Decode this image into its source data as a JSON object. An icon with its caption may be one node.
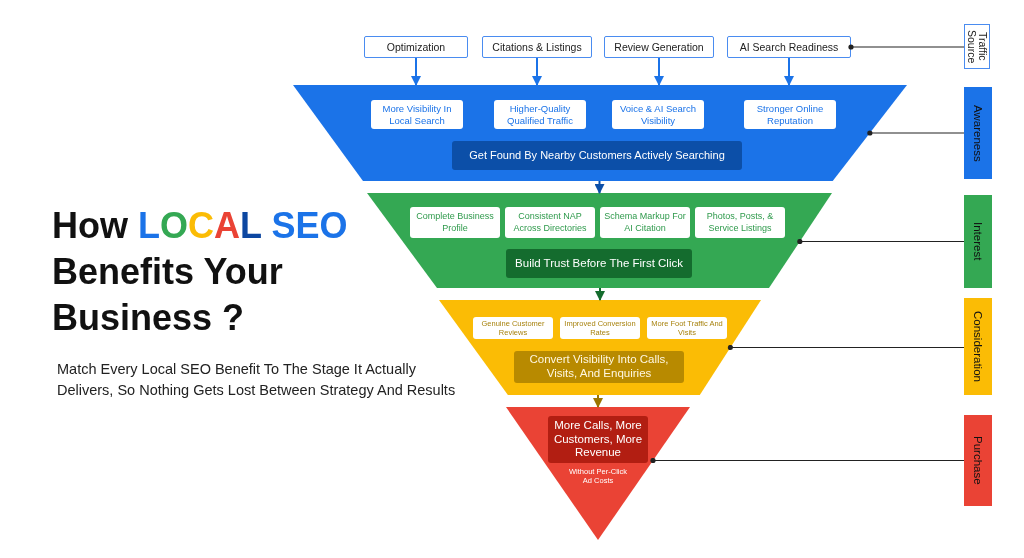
{
  "diagram": {
    "title": "How LOCAL SEO Benefits Your Business ?",
    "nodes": [
      {
        "text": [
          "Optimization"
        ]
      },
      {
        "text": [
          "Citations & Listings"
        ]
      },
      {
        "text": [
          "Review Generation"
        ]
      },
      {
        "text": [
          "AI Search Readiness"
        ]
      },
      {
        "text": [
          "Traffic Source"
        ]
      },
      {
        "text": [],
        "shape": "trapezoid"
      },
      {
        "text": [
          "More Visibility In Local Search"
        ],
        "in": 5
      },
      {
        "text": [
          "Higher-Quality Qualified Traffic"
        ],
        "in": 5
      },
      {
        "text": [
          "Voice & AI Search Visibility"
        ],
        "in": 5
      },
      {
        "text": [
          "Stronger Online Reputation"
        ],
        "in": 5
      },
      {
        "text": [
          "Get Found By Nearby Customers Actively Searching"
        ],
        "in": 5
      },
      {
        "text": [
          "Awareness"
        ]
      },
      {
        "text": [],
        "shape": "trapezoid"
      },
      {
        "text": [
          "Complete Business Profile"
        ],
        "in": 12
      },
      {
        "text": [
          "Consistent NAP Across Directories"
        ],
        "in": 12
      },
      {
        "text": [
          "Schema Markup For AI Citation"
        ],
        "in": 12
      },
      {
        "text": [
          "Photos, Posts, & Service Listings"
        ],
        "in": 12
      },
      {
        "text": [
          "Build Trust Before The First Click"
        ],
        "in": 12
      },
      {
        "text": [
          "Interest"
        ]
      },
      {
        "text": [],
        "shape": "trapezoid"
      },
      {
        "text": [
          "Genuine Customer Reviews"
        ],
        "in": 19
      },
      {
        "text": [
          "Improved Conversion Rates"
        ],
        "in": 19
      },
      {
        "text": [
          "More Foot Traffic And Visits"
        ],
        "in": 19
      },
      {
        "text": [
          "Convert Visibility Into Calls, Visits, And Enquiries"
        ],
        "in": 19
      },
      {
        "text": [
          "Consideration"
        ]
      },
      {
        "text": [],
        "shape": "triangle"
      },
      {
        "text": [
          "More Calls, More Customers, More Revenue"
        ],
        "in": 25,
        "beside": [
          "Without Per-Click Ad Costs"
        ]
      },
      {
        "text": [
          "Purchase"
        ]
      }
    ],
    "edges": [
      {
        "from": 0,
        "to": 5,
        "arrow": "to",
        "color": "#1b73e8"
      },
      {
        "from": 1,
        "to": 5,
        "arrow": "to",
        "color": "#1b73e8"
      },
      {
        "from": 2,
        "to": 5,
        "arrow": "to",
        "color": "#1b73e8"
      },
      {
        "from": 3,
        "to": 5,
        "arrow": "to",
        "color": "#1b73e8"
      },
      {
        "from": 4,
        "to": 3,
        "arrow": "other"
      },
      {
        "from": 5,
        "to": 12,
        "arrow": "to",
        "color": "#0c4fa8"
      },
      {
        "from": 11,
        "to": 5,
        "arrow": "other"
      },
      {
        "from": 12,
        "to": 19,
        "arrow": "to",
        "color": "#146c2e"
      },
      {
        "from": 18,
        "to": 12,
        "arrow": "other"
      },
      {
        "from": 19,
        "to": 25,
        "arrow": "to",
        "color": "#9c7500"
      },
      {
        "from": 24,
        "to": 19,
        "arrow": "other"
      },
      {
        "from": 27,
        "to": 25,
        "arrow": "other"
      }
    ],
    "labels": [
      "Match Every Local SEO Benefit To The Stage It Actually Delivers, So Nothing Gets Lost Between Strategy And Results"
    ]
  }
}
